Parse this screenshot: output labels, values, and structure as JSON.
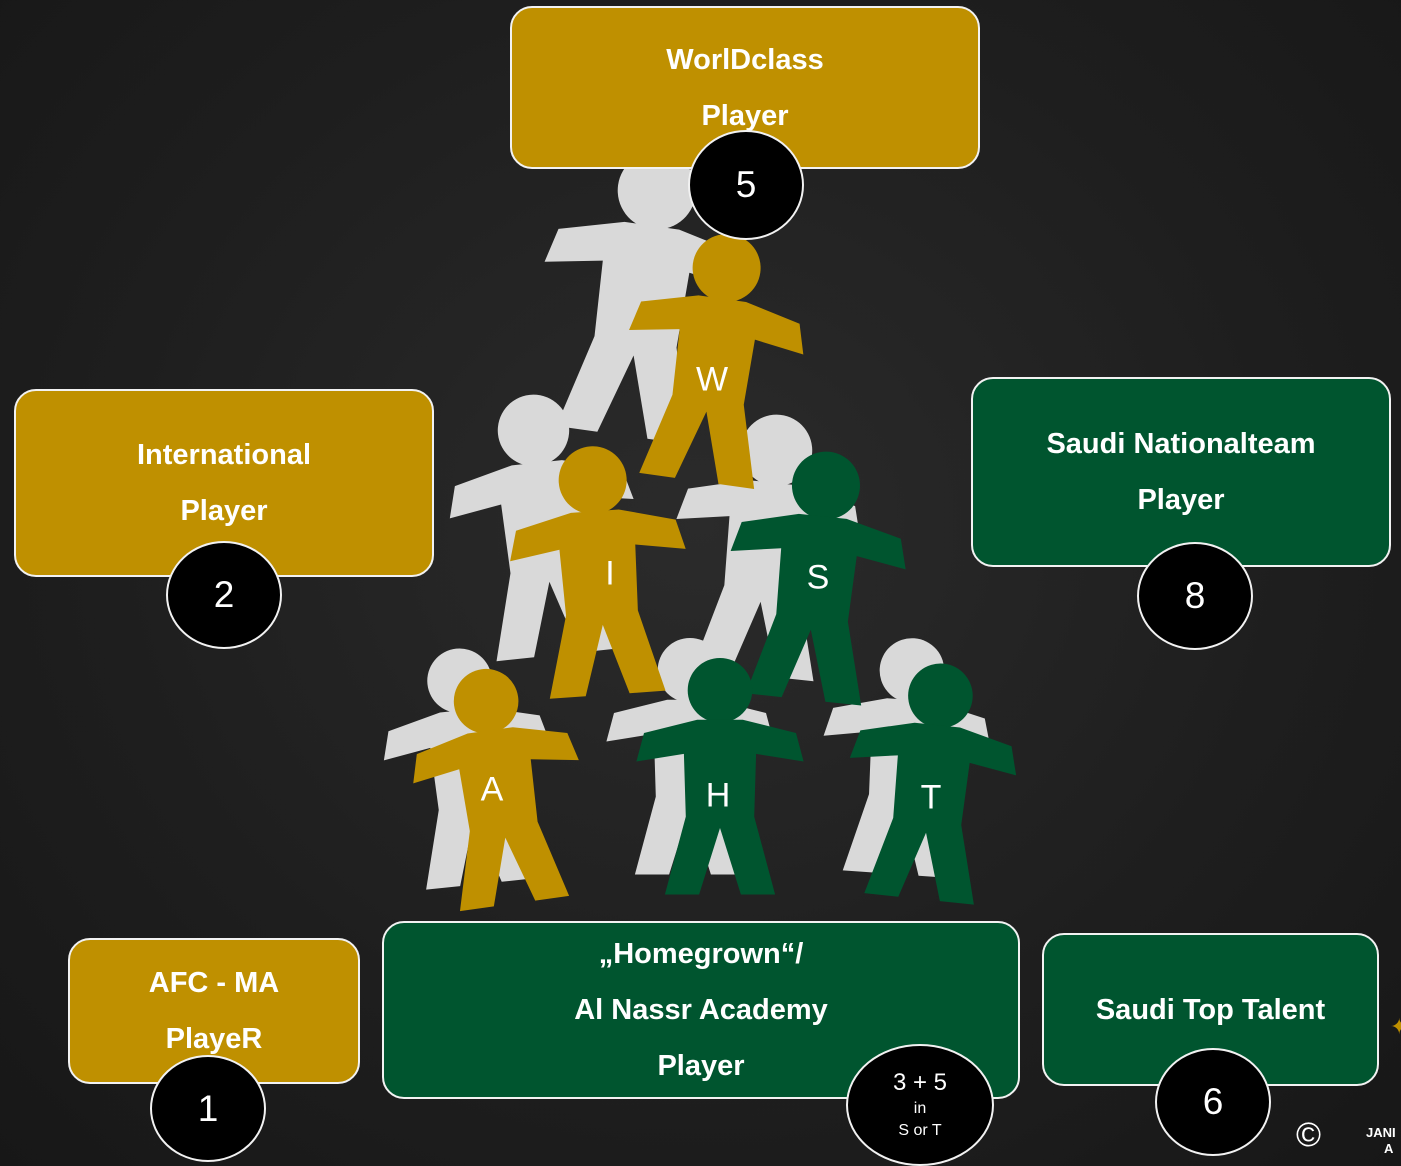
{
  "boxes": {
    "worldclass": {
      "line1": "WorlDclass",
      "line2": "Player",
      "number": "5"
    },
    "international": {
      "line1": "International",
      "line2": "Player",
      "number": "2"
    },
    "saudi_nationalteam": {
      "line1": "Saudi Nationalteam",
      "line2": "Player",
      "number": "8"
    },
    "afc_ma": {
      "line1": "AFC - MA",
      "line2": "PlayeR",
      "number": "1"
    },
    "homegrown": {
      "line1": "„Homegrown“/",
      "line2": "Al Nassr Academy",
      "line3": "Player",
      "badge_main": "3 + 5",
      "badge_in": "in",
      "badge_sub": "S or T"
    },
    "saudi_top_talent": {
      "line1": "Saudi Top Talent",
      "number": "6"
    }
  },
  "figure_letters": {
    "w": "W",
    "i": "I",
    "s": "S",
    "a": "A",
    "h": "H",
    "t": "T"
  },
  "footer": {
    "copyright": "©",
    "brand_line1": "JANI",
    "brand_line2": "A"
  },
  "colors": {
    "gold": "#bf9000",
    "green": "#00552f",
    "grey_figure": "#d9d9d9",
    "badge": "#000000",
    "background": "#1e1e1e"
  }
}
